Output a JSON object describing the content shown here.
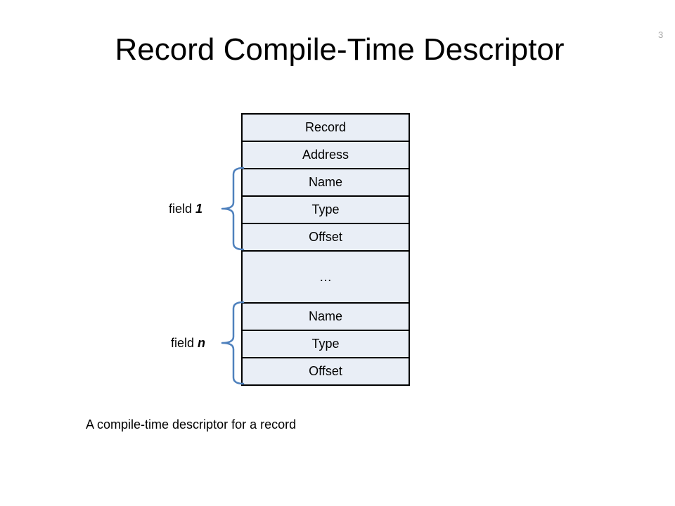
{
  "slide": {
    "number": "3",
    "title": "Record Compile-Time Descriptor"
  },
  "descriptor": {
    "rows": [
      "Record",
      "Address",
      "Name",
      "Type",
      "Offset",
      "…",
      "Name",
      "Type",
      "Offset"
    ]
  },
  "fields": [
    {
      "label": "field",
      "index": "1"
    },
    {
      "label": "field",
      "index": "n"
    }
  ],
  "caption": "A compile-time descriptor for a record",
  "colors": {
    "cell_fill": "#e9eef6",
    "brace": "#4f81bd",
    "border": "#000000"
  }
}
